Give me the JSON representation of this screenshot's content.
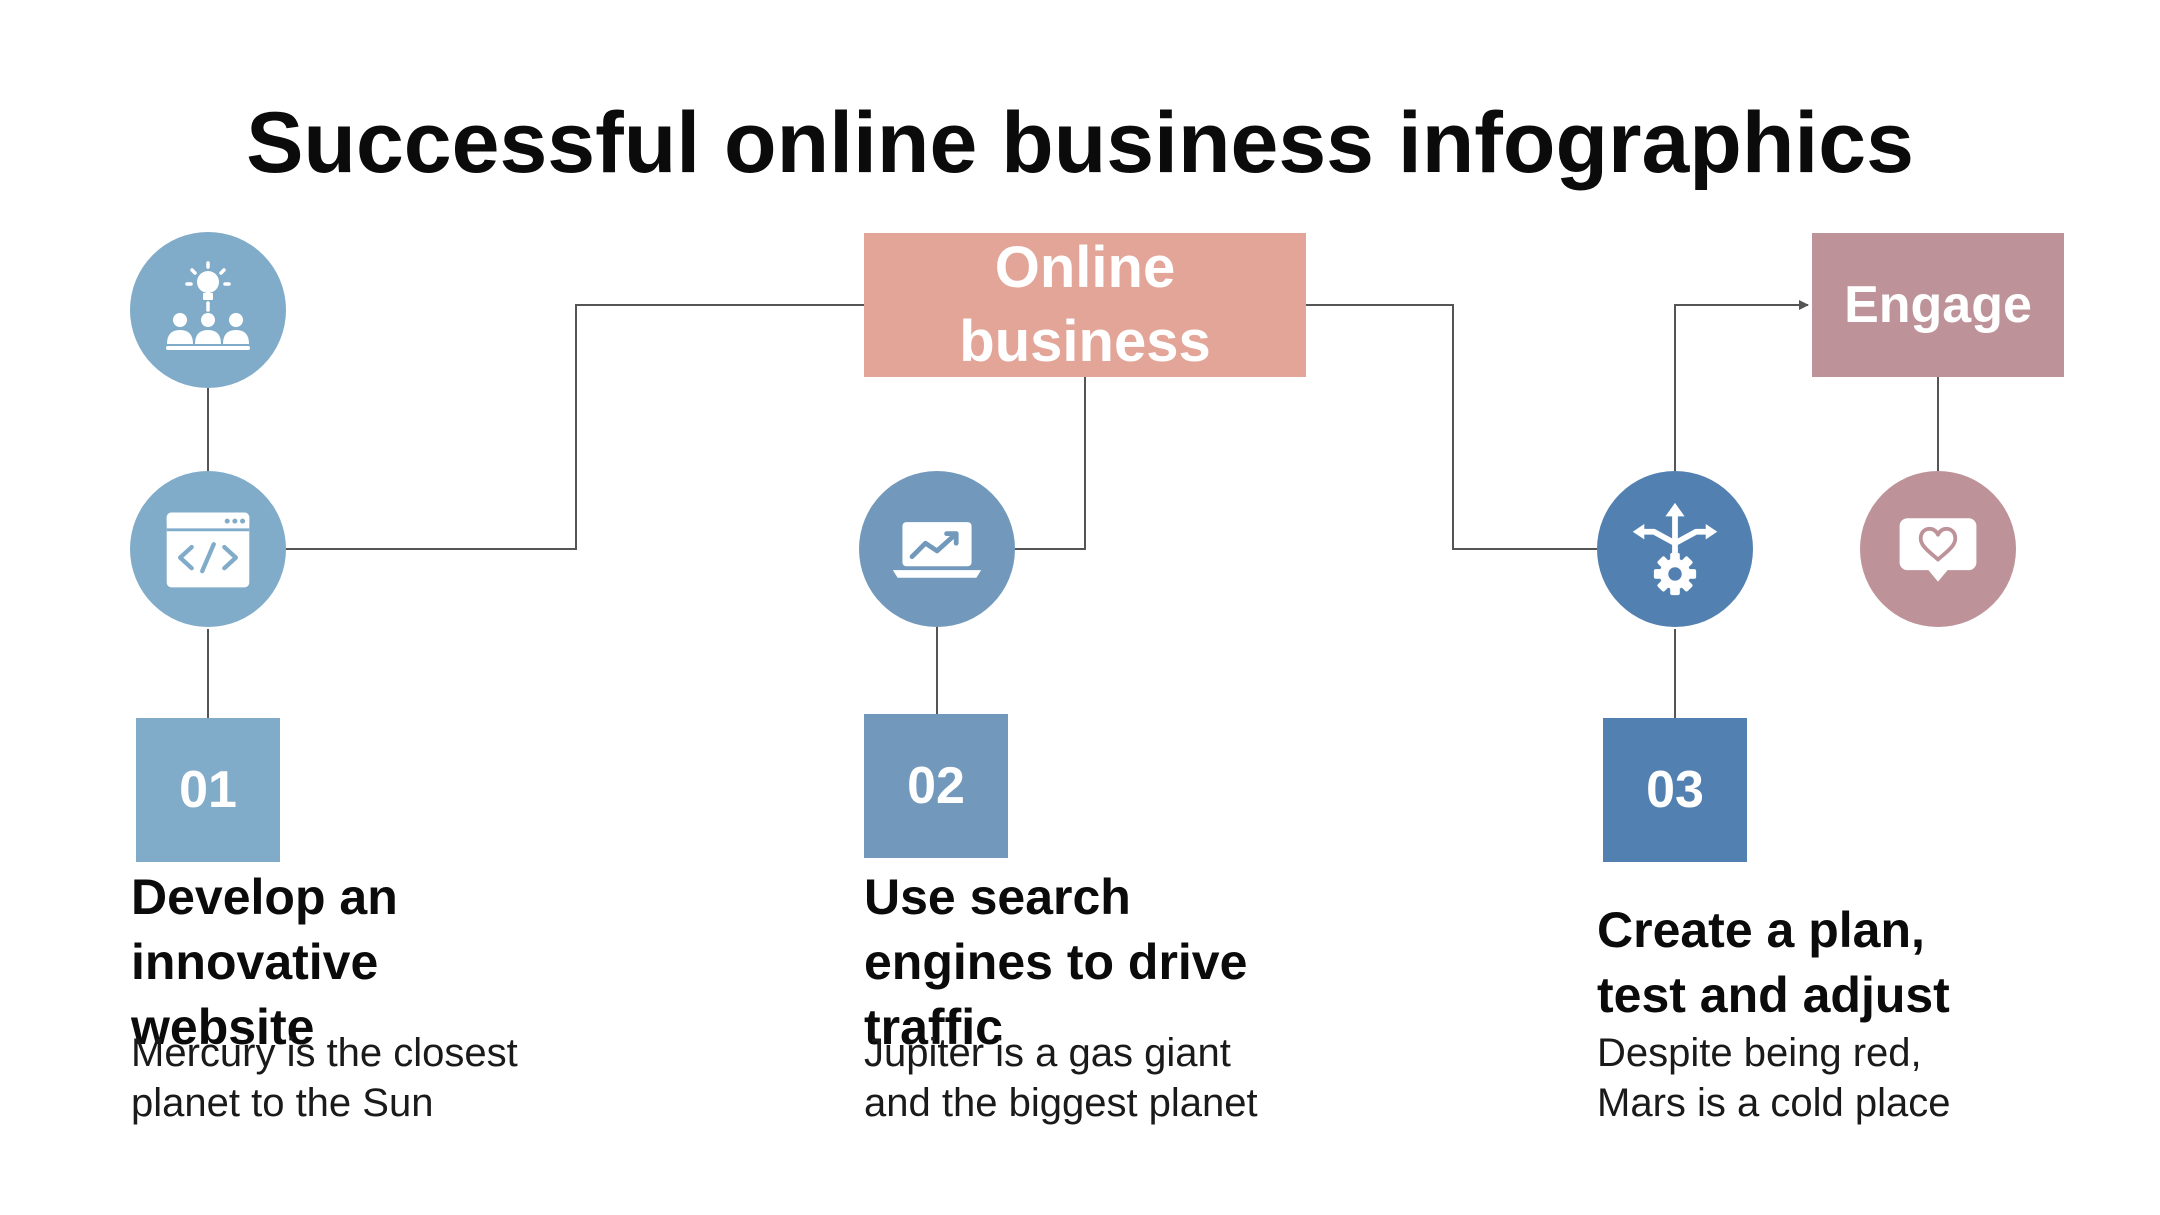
{
  "title": "Successful online business infographics",
  "center_box": {
    "label_line1": "Online",
    "label_line2": "business"
  },
  "engage_box": {
    "label": "Engage"
  },
  "steps": [
    {
      "number": "01",
      "heading": "Develop an innovative website",
      "description_line1": "Mercury is the closest",
      "description_line2": "planet to the Sun"
    },
    {
      "number": "02",
      "heading": "Use search engines to drive traffic",
      "description_line1": "Jupiter is a gas giant",
      "description_line2": "and the biggest planet"
    },
    {
      "number": "03",
      "heading": "Create a plan, test and adjust",
      "description_line1": "Despite being red,",
      "description_line2": "Mars is a cold place"
    }
  ],
  "icons": [
    "idea-team-icon",
    "code-window-icon",
    "laptop-chart-icon",
    "strategy-gear-icon",
    "heart-chat-icon"
  ],
  "colors": {
    "light_blue": "#80abc9",
    "mid_blue": "#7299bb",
    "dark_blue": "#5281b1",
    "salmon": "#e2a598",
    "mauve": "#bd9399",
    "connector": "#555555"
  }
}
